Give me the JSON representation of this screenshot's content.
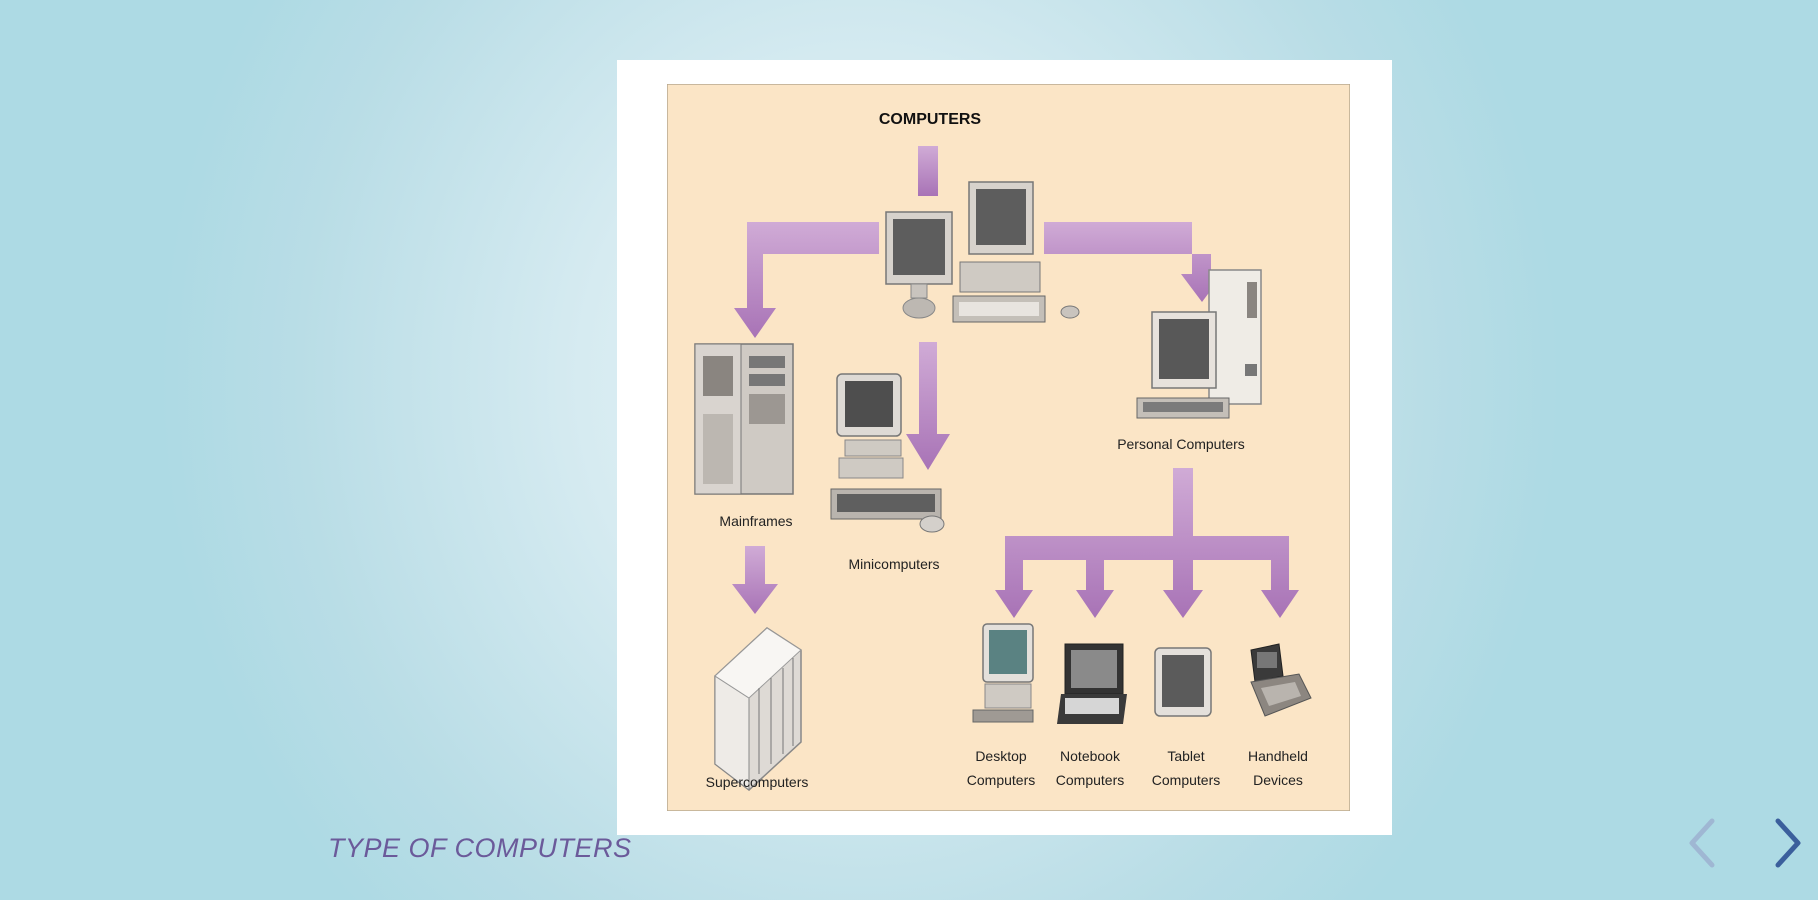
{
  "slide": {
    "caption": "TYPE OF COMPUTERS",
    "background_color": "#c8e6ee",
    "caption_color": "#6b5a9a"
  },
  "diagram": {
    "title": "COMPUTERS",
    "arrow_color": "#b98cc4",
    "panel_color": "#fbe6c8",
    "labels": {
      "mainframes": "Mainframes",
      "minicomputers": "Minicomputers",
      "personal": "Personal Computers",
      "supercomputers": "Supercomputers",
      "desktop_line1": "Desktop",
      "desktop_line2": "Computers",
      "notebook_line1": "Notebook",
      "notebook_line2": "Computers",
      "tablet_line1": "Tablet",
      "tablet_line2": "Computers",
      "handheld_line1": "Handheld",
      "handheld_line2": "Devices"
    }
  },
  "navigation": {
    "prev_icon": "chevron-left-icon",
    "next_icon": "chevron-right-icon",
    "prev_color": "#9fb7d3",
    "next_color": "#3b5f9c"
  }
}
